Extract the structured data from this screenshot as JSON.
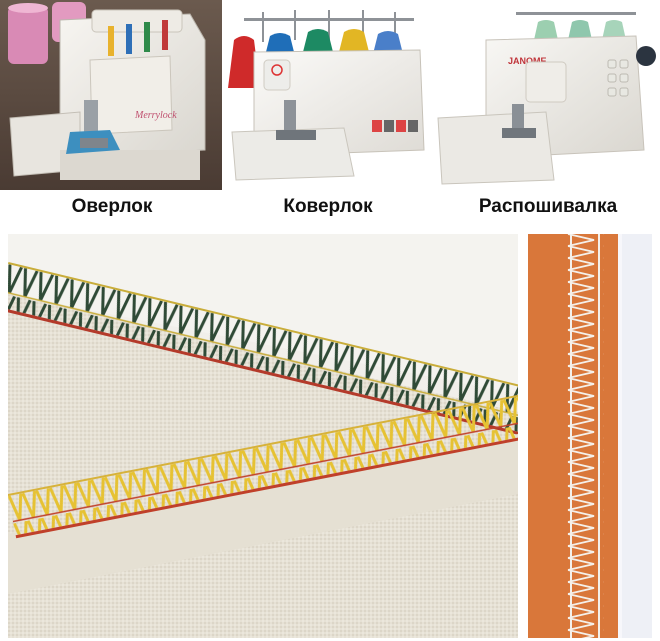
{
  "machines": [
    {
      "label": "Оверлок",
      "brand": "Merrylock"
    },
    {
      "label": "Коверлок",
      "brand": ""
    },
    {
      "label": "Распошивалка",
      "brand": "JANOME"
    }
  ],
  "colors": {
    "background": "#ffffff",
    "fabric": "#e8e3d8",
    "overlock_thread_dark": "#2f4a36",
    "overlock_thread_yellow": "#e6c233",
    "coverstitch_fabric": "#d9773a",
    "coverstitch_thread": "#f4f0ea"
  }
}
